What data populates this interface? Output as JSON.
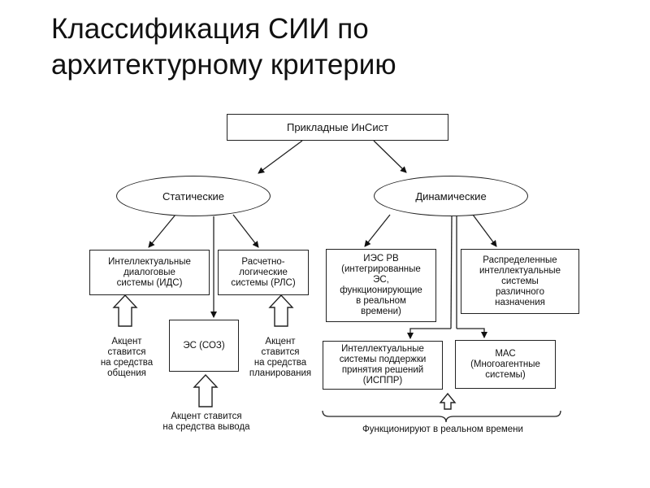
{
  "slide": {
    "title_line1": "Классификация СИИ по",
    "title_line2": "архитектурному критерию"
  },
  "diagram": {
    "root": "Прикладные ИнСист",
    "static": {
      "label": "Статические",
      "ids": [
        "Интеллектуальные",
        "диалоговые",
        "системы (ИДС)"
      ],
      "rls": [
        "Расчетно-",
        "логические",
        "системы (РЛС)"
      ],
      "es": "ЭС (СОЗ)",
      "note_ids": [
        "Акцент",
        "ставится",
        "на средства",
        "общения"
      ],
      "note_rls": [
        "Акцент",
        "ставится",
        "на средства",
        "планирования"
      ],
      "note_es": [
        "Акцент ставится",
        "на средства вывода"
      ]
    },
    "dynamic": {
      "label": "Динамические",
      "ies_rv": [
        "ИЭС РВ",
        "(интегрированные",
        "ЭС,",
        "функционирующие",
        "в реальном",
        "времени)"
      ],
      "distributed": [
        "Распределенные",
        "интеллектуальные",
        "системы",
        "различного",
        "назначения"
      ],
      "isppr": [
        "Интеллектуальные",
        "системы поддержки",
        "принятия решений",
        "(ИСППР)"
      ],
      "mas": [
        "МАС",
        "(Многоагентные",
        "системы)"
      ],
      "note_realtime": "Функционируют в реальном времени"
    }
  }
}
